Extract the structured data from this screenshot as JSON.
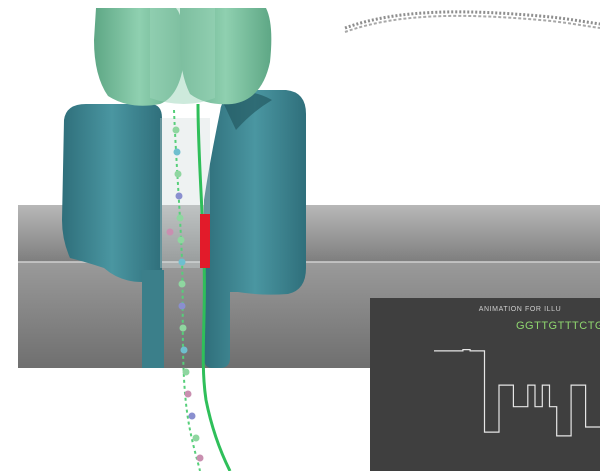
{
  "scene": {
    "subject": "nanopore-dna-sequencing-animation",
    "colors": {
      "background": "#ffffff",
      "membrane": "#8a8a8a",
      "protein_teal": "#3f8a95",
      "motor_green": "#7fc3a3",
      "dna_strand": "#2fbf5a",
      "highlight": "#e21b2a",
      "inset_bg": "#3f3f3f"
    }
  },
  "inset": {
    "title": "ANIMATION FOR ILLU",
    "sequence": "GGTTGTTTCTG",
    "trace_levels": [
      0.18,
      0.18,
      0.18,
      0.18,
      0.17,
      0.18,
      0.18,
      0.82,
      0.82,
      0.45,
      0.45,
      0.62,
      0.62,
      0.45,
      0.62,
      0.45,
      0.62,
      0.85,
      0.85,
      0.45,
      0.45,
      0.78,
      0.78
    ]
  }
}
